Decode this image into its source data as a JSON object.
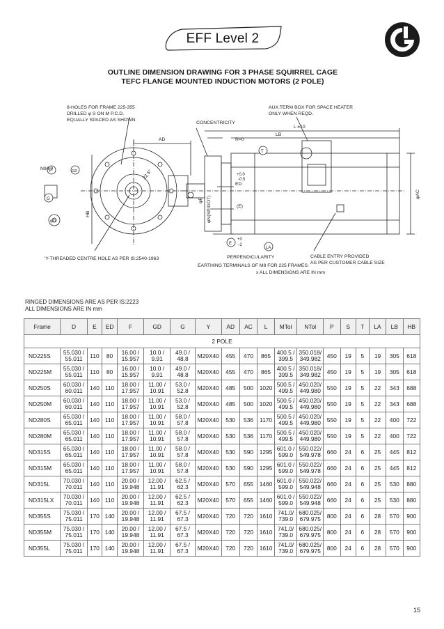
{
  "header": {
    "badge_text": "EFF Level 2",
    "title_line1": "OUTLINE DIMENSION DRAWING FOR 3 PHASE SQUIRREL CAGE",
    "title_line2": "TEFC FLANGE MOUNTED INDUCTION MOTORS (2 POLE)"
  },
  "drawing": {
    "note_holes_1": "8-HOLES FOR FRAME 225-355",
    "note_holes_2": "DRILLED φ S ON M P.C.D.",
    "note_holes_3": "EQUALLY SPACED AS SHOWN",
    "note_termbox_1": "AUX.TERM BOX FOR SPACE HEATER",
    "note_termbox_2": "ONLY WHEN REQD.",
    "concentricity": "CONCENTRICITY",
    "l_tol": "L ±10",
    "lb": "LB",
    "ad": "AD",
    "r0": "R=0",
    "t": "T",
    "ed_tol1": "+0.0",
    "ed_tol2": "-0.5",
    "ed": "ED",
    "e_paren": "(E)",
    "e_tol": "E",
    "e_tol_plus": "+0",
    "e_tol_minus": "−2",
    "la": "LA",
    "n9h9": "N9/h9",
    "f": "F",
    "gd": "GD",
    "g": "G",
    "d": "φD",
    "hb": "HB",
    "angle": "22.5°",
    "phi_p": "φP",
    "phi_n": "φN(SPIGOT)",
    "phi_ac": "φAC",
    "perp": "PERPENDICULARITY",
    "y_thread": "'Y-THREADED CENTRE HOLE AS PER IS:2540-1963",
    "cable_1": "CABLE ENTRY PROVIDED",
    "cable_2": "AS PER CUSTOMER CABLE SIZE",
    "earthing": "EARTHING TERMINALS OF  M8 FOR 225 FRAMES.",
    "all_dims": "x   ALL DIMENSIONS ARE IN mm"
  },
  "notes": {
    "line1": "RINGED DIMENSIONS ARE AS PER IS:2223",
    "line2": "ALL DIMENSIONS ARE IN mm"
  },
  "table": {
    "headers": [
      "Frame",
      "D",
      "E",
      "ED",
      "F",
      "GD",
      "G",
      "Y",
      "AD",
      "AC",
      "L",
      "MTol",
      "NTol",
      "P",
      "S",
      "T",
      "LA",
      "LB",
      "HB"
    ],
    "subheader": "2 POLE",
    "rows": [
      {
        "frame": "ND225S",
        "d": "55.030 /\n55.011",
        "e": "110",
        "ed": "80",
        "f": "16.00 /\n15.957",
        "gd": "10.0 /\n9.91",
        "g": "49.0 /\n48.8",
        "y": "M20X40",
        "ad": "455",
        "ac": "470",
        "l": "865",
        "mtol": "400.5 /\n399.5",
        "ntol": "350.018/\n349.982",
        "p": "450",
        "s": "19",
        "t": "5",
        "la": "19",
        "lb": "305",
        "hb": "618"
      },
      {
        "frame": "ND225M",
        "d": "55.030 /\n55.011",
        "e": "110",
        "ed": "80",
        "f": "16.00 /\n15.957",
        "gd": "10.0 /\n9.91",
        "g": "49.0 /\n48.8",
        "y": "M20X40",
        "ad": "455",
        "ac": "470",
        "l": "865",
        "mtol": "400.5 /\n399.5",
        "ntol": "350.018/\n349.982",
        "p": "450",
        "s": "19",
        "t": "5",
        "la": "19",
        "lb": "305",
        "hb": "618"
      },
      {
        "frame": "ND250S",
        "d": "60.030 /\n60.011",
        "e": "140",
        "ed": "110",
        "f": "18.00 /\n17.957",
        "gd": "11.00 /\n10.91",
        "g": "53.0 /\n52.8",
        "y": "M20X40",
        "ad": "485",
        "ac": "500",
        "l": "1020",
        "mtol": "500.5 /\n499.5",
        "ntol": "450.020/\n449.980",
        "p": "550",
        "s": "19",
        "t": "5",
        "la": "22",
        "lb": "343",
        "hb": "688"
      },
      {
        "frame": "ND250M",
        "d": "60.030 /\n60.011",
        "e": "140",
        "ed": "110",
        "f": "18.00 /\n17.957",
        "gd": "11.00 /\n10.91",
        "g": "53.0 /\n52.8",
        "y": "M20X40",
        "ad": "485",
        "ac": "500",
        "l": "1020",
        "mtol": "500.5 /\n499.5",
        "ntol": "450.020/\n449.980",
        "p": "550",
        "s": "19",
        "t": "5",
        "la": "22",
        "lb": "343",
        "hb": "688"
      },
      {
        "frame": "ND280S",
        "d": "65.030 /\n65.011",
        "e": "140",
        "ed": "110",
        "f": "18.00 /\n17.957",
        "gd": "11.00 /\n10.91",
        "g": "58.0 /\n57.8",
        "y": "M20X40",
        "ad": "530",
        "ac": "536",
        "l": "1170",
        "mtol": "500.5 /\n499.5",
        "ntol": "450.020/\n449.980",
        "p": "550",
        "s": "19",
        "t": "5",
        "la": "22",
        "lb": "400",
        "hb": "722"
      },
      {
        "frame": "ND280M",
        "d": "65.030 /\n65.011",
        "e": "140",
        "ed": "110",
        "f": "18.00 /\n17.957",
        "gd": "11.00 /\n10.91",
        "g": "58.0 /\n57.8",
        "y": "M20X40",
        "ad": "530",
        "ac": "536",
        "l": "1170",
        "mtol": "500.5 /\n499.5",
        "ntol": "450.020/\n449.980",
        "p": "550",
        "s": "19",
        "t": "5",
        "la": "22",
        "lb": "400",
        "hb": "722"
      },
      {
        "frame": "ND315S",
        "d": "65.030 /\n65.011",
        "e": "140",
        "ed": "110",
        "f": "18.00 /\n17.957",
        "gd": "11.00 /\n10.91",
        "g": "58.0 /\n57.8",
        "y": "M20X40",
        "ad": "530",
        "ac": "590",
        "l": "1295",
        "mtol": "601.0 /\n599.0",
        "ntol": "550.022/\n549.978",
        "p": "660",
        "s": "24",
        "t": "6",
        "la": "25",
        "lb": "445",
        "hb": "812"
      },
      {
        "frame": "ND315M",
        "d": "65.030 /\n65.011",
        "e": "140",
        "ed": "110",
        "f": "18.00 /\n17.957",
        "gd": "11.00 /\n10.91",
        "g": "58.0 /\n57.8",
        "y": "M20X40",
        "ad": "530",
        "ac": "590",
        "l": "1295",
        "mtol": "601.0 /\n599.0",
        "ntol": "550.022/\n549.978",
        "p": "660",
        "s": "24",
        "t": "6",
        "la": "25",
        "lb": "445",
        "hb": "812"
      },
      {
        "frame": "ND315L",
        "d": "70.030 /\n70.011",
        "e": "140",
        "ed": "110",
        "f": "20.00 /\n19.948",
        "gd": "12.00 /\n11.91",
        "g": "62.5 /\n62.3",
        "y": "M20X40",
        "ad": "570",
        "ac": "655",
        "l": "1460",
        "mtol": "601.0 /\n599.0",
        "ntol": "550.022/\n549.948",
        "p": "660",
        "s": "24",
        "t": "6",
        "la": "25",
        "lb": "530",
        "hb": "880"
      },
      {
        "frame": "ND315LX",
        "d": "70.030 /\n70.011",
        "e": "140",
        "ed": "110",
        "f": "20.00 /\n19.948",
        "gd": "12.00 /\n11.91",
        "g": "62.5 /\n62.3",
        "y": "M20X40",
        "ad": "570",
        "ac": "655",
        "l": "1460",
        "mtol": "601.0 /\n599.0",
        "ntol": "550.022/\n549.948",
        "p": "660",
        "s": "24",
        "t": "6",
        "la": "25",
        "lb": "530",
        "hb": "880"
      },
      {
        "frame": "ND355S",
        "d": "75.030 /\n75.011",
        "e": "170",
        "ed": "140",
        "f": "20.00 /\n19.948",
        "gd": "12.00 /\n11.91",
        "g": "67.5 /\n67.3",
        "y": "M20X40",
        "ad": "720",
        "ac": "720",
        "l": "1610",
        "mtol": "741.0/\n739.0",
        "ntol": "680.025/\n679.975",
        "p": "800",
        "s": "24",
        "t": "6",
        "la": "28",
        "lb": "570",
        "hb": "900"
      },
      {
        "frame": "ND355M",
        "d": "75.030 /\n75.011",
        "e": "170",
        "ed": "140",
        "f": "20.00 /\n19.948",
        "gd": "12.00 /\n11.91",
        "g": "67.5 /\n67.3",
        "y": "M20X40",
        "ad": "720",
        "ac": "720",
        "l": "1610",
        "mtol": "741.0/\n739.0",
        "ntol": "680.025/\n679.975",
        "p": "800",
        "s": "24",
        "t": "6",
        "la": "28",
        "lb": "570",
        "hb": "900"
      },
      {
        "frame": "ND355L",
        "d": "75.030 /\n75.011",
        "e": "170",
        "ed": "140",
        "f": "20.00 /\n19.948",
        "gd": "12.00 /\n11.91",
        "g": "67.5 /\n67.3",
        "y": "M20X40",
        "ad": "720",
        "ac": "720",
        "l": "1610",
        "mtol": "741.0/\n739.0",
        "ntol": "680.025/\n679.975",
        "p": "800",
        "s": "24",
        "t": "6",
        "la": "28",
        "lb": "570",
        "hb": "900"
      }
    ]
  },
  "footer": {
    "page_number": "15"
  }
}
